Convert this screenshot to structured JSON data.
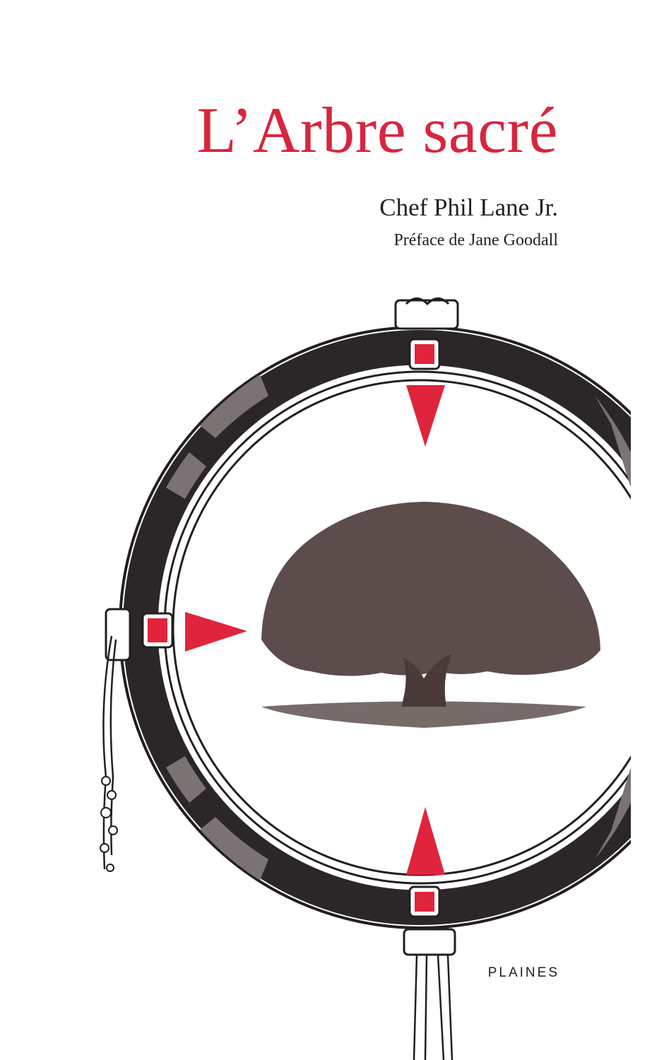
{
  "book": {
    "title": "L’Arbre sacré",
    "author": "Chef Phil Lane Jr.",
    "preface": "Préface de Jane Goodall",
    "publisher": "PLAINES"
  },
  "colors": {
    "title": "#d7263d",
    "accent_red": "#e0243b",
    "ring_dark": "#2b2627",
    "ring_gray": "#7a7273",
    "tree": "#4a3a38",
    "ink": "#231f20"
  },
  "illustration": {
    "subject": "medicine-wheel-drum-with-sacred-tree",
    "icons": [
      "drum-ring",
      "compass-arrow-north",
      "compass-arrow-south",
      "compass-arrow-west",
      "sacred-tree",
      "feather-string"
    ]
  }
}
